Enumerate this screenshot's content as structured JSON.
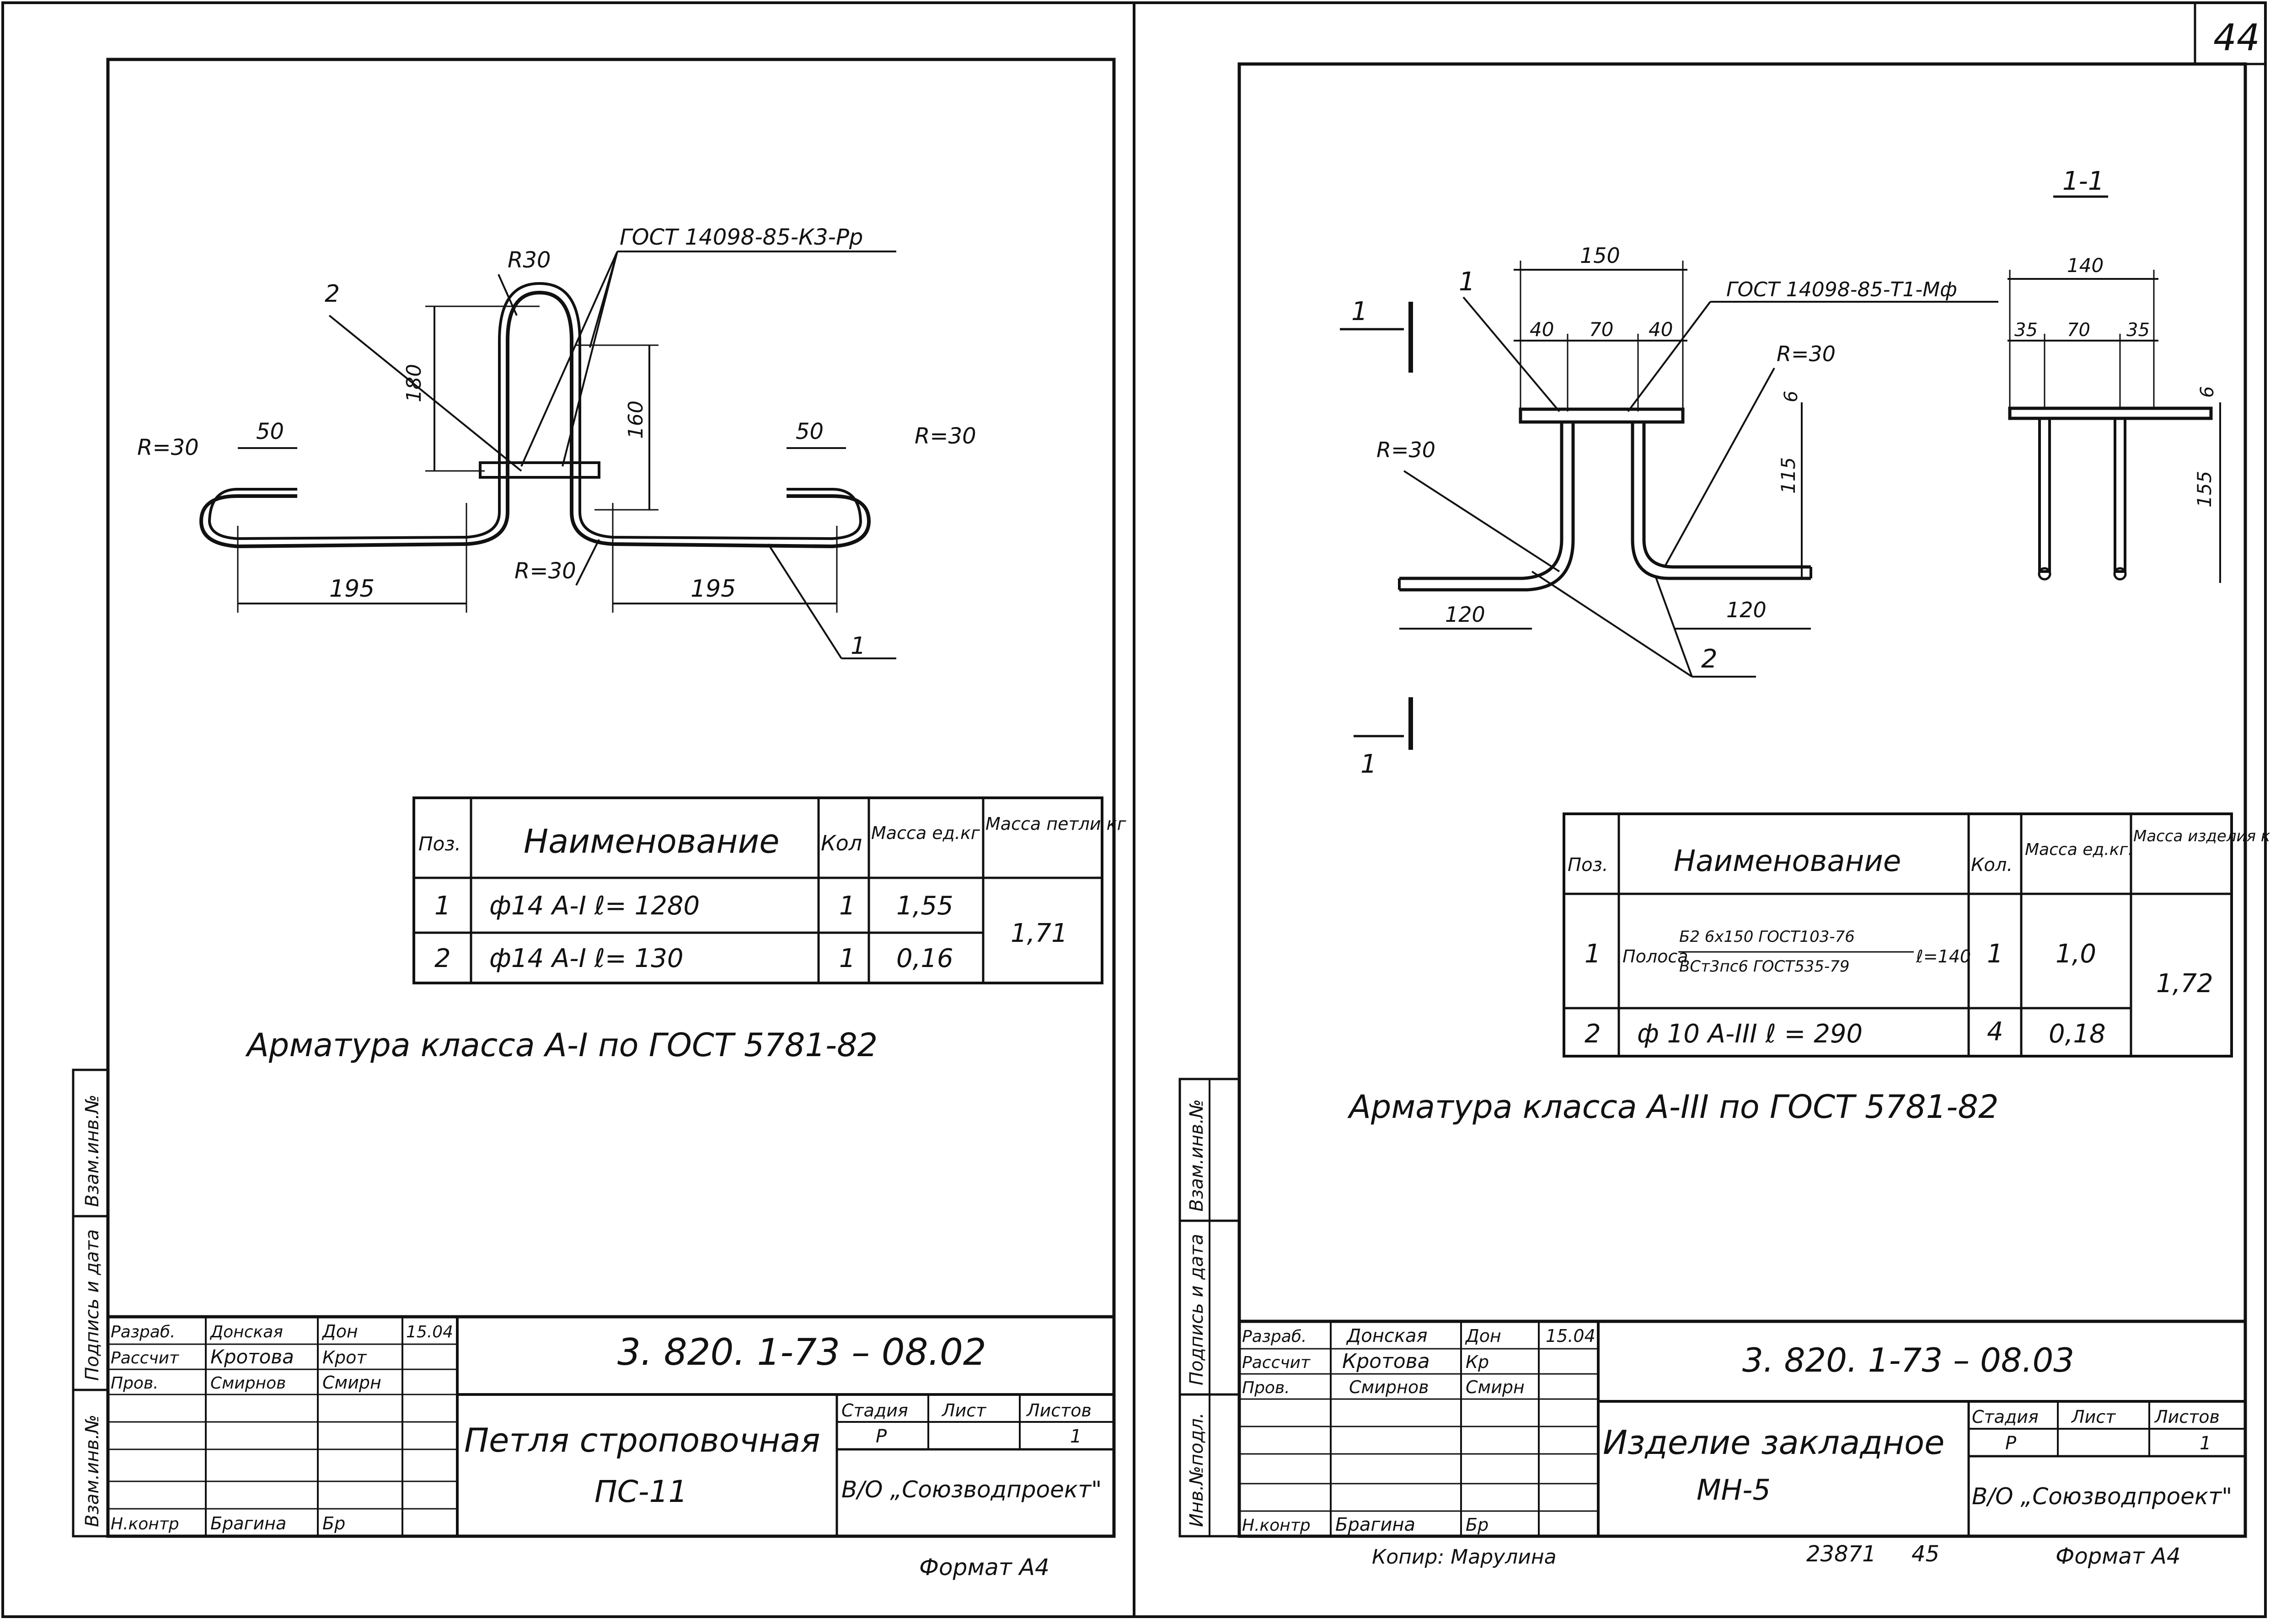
{
  "page_number": "44",
  "bottom_center": {
    "copyist": "Копир: Марулина",
    "archive_code": "23871",
    "archive_sheet": "45"
  },
  "left_sheet": {
    "drawing": {
      "gost_note": "ГОСТ 14098-85-К3-Рр",
      "dims": {
        "r30_top": "R30",
        "r30_left": "R=30",
        "r30_right": "R=30",
        "r30_bottom": "R=30",
        "h180": "180",
        "h160": "160",
        "w50_left": "50",
        "w50_right": "50",
        "w195_left": "195",
        "w195_right": "195"
      },
      "pos_labels": {
        "p1": "1",
        "p2": "2"
      }
    },
    "spec": {
      "headers": {
        "pos": "Поз.",
        "name": "Наименование",
        "qty": "Кол",
        "mass_unit": "Масса ед.кг",
        "mass_total": "Масса петли кг"
      },
      "rows": [
        {
          "pos": "1",
          "name": "ф14  А-I   ℓ= 1280",
          "qty": "1",
          "mass": "1,55"
        },
        {
          "pos": "2",
          "name": "ф14  А-I   ℓ= 130",
          "qty": "1",
          "mass": "0,16"
        }
      ],
      "total": "1,71"
    },
    "note": "Арматура  класса   А-I  по ГОСТ 5781-82",
    "side_stamps": {
      "vzam": "Взам.инв.№",
      "podpis": "Подпись и дата",
      "inv": "Взам.инв.№"
    },
    "title_block": {
      "roles": [
        "Разраб.",
        "Рассчит",
        "Пров.",
        "",
        "",
        "",
        "Н.контр"
      ],
      "names": [
        "Донская",
        "Кротова",
        "Смирнов",
        "",
        "",
        "",
        "Брагина"
      ],
      "signs": [
        "Дон",
        "Крот",
        "Смирн",
        "",
        "",
        "",
        "Бр"
      ],
      "date": "15.04",
      "doc_code": "3. 820. 1-73 – 08.02",
      "item_title": "Петля строповочная",
      "item_code": "ПС-11",
      "stage_label": "Стадия",
      "sheet_label": "Лист",
      "sheets_label": "Листов",
      "stage": "Р",
      "sheets": "1",
      "org": "В/О „Союзводпроект\""
    },
    "format": "Формат А4"
  },
  "right_sheet": {
    "drawing": {
      "gost_note": "ГОСТ 14098-85-Т1-Мф",
      "section_mark": "1",
      "section_title": "1-1",
      "dims": {
        "w150": "150",
        "w40a": "40",
        "w70": "70",
        "w40b": "40",
        "w140": "140",
        "w35a": "35",
        "w70s": "70",
        "w35b": "35",
        "t6": "6",
        "t6s": "6",
        "h115": "115",
        "h155": "155",
        "w120l": "120",
        "w120r": "120",
        "r30a": "R=30",
        "r30b": "R=30"
      },
      "pos_labels": {
        "p1": "1",
        "p2": "2"
      }
    },
    "spec": {
      "headers": {
        "pos": "Поз.",
        "name": "Наименование",
        "qty": "Кол.",
        "mass_unit": "Масса ед.кг.",
        "mass_total": "Масса изделия кг"
      },
      "rows": [
        {
          "pos": "1",
          "name_prefix": "Полоса",
          "frac_top": "Б2 6х150 ГОСТ103-76",
          "frac_bottom": "ВСт3пс6 ГОСТ535-79",
          "name_suffix": "ℓ=140",
          "qty": "1",
          "mass": "1,0"
        },
        {
          "pos": "2",
          "name": "ф 10  А-III      ℓ = 290",
          "qty": "4",
          "mass": "0,18"
        }
      ],
      "total": "1,72"
    },
    "note": "Арматура  класса  А-III  по ГОСТ 5781-82",
    "side_stamps": {
      "vzam": "Взам.инв.№",
      "podpis": "Подпись и дата",
      "inv": "Инв.№подл."
    },
    "title_block": {
      "roles": [
        "Разраб.",
        "Рассчит",
        "Пров.",
        "",
        "",
        "",
        "Н.контр"
      ],
      "names": [
        "Донская",
        "Кротова",
        "Смирнов",
        "",
        "",
        "",
        "Брагина"
      ],
      "signs": [
        "Дон",
        "Кр",
        "Смирн",
        "",
        "",
        "",
        "Бр"
      ],
      "date": "15.04",
      "doc_code": "3. 820. 1-73 – 08.03",
      "item_title": "Изделие закладное",
      "item_code": "МН-5",
      "stage_label": "Стадия",
      "sheet_label": "Лист",
      "sheets_label": "Листов",
      "stage": "Р",
      "sheets": "1",
      "org": "В/О „Союзводпроект\""
    },
    "format": "Формат А4"
  }
}
